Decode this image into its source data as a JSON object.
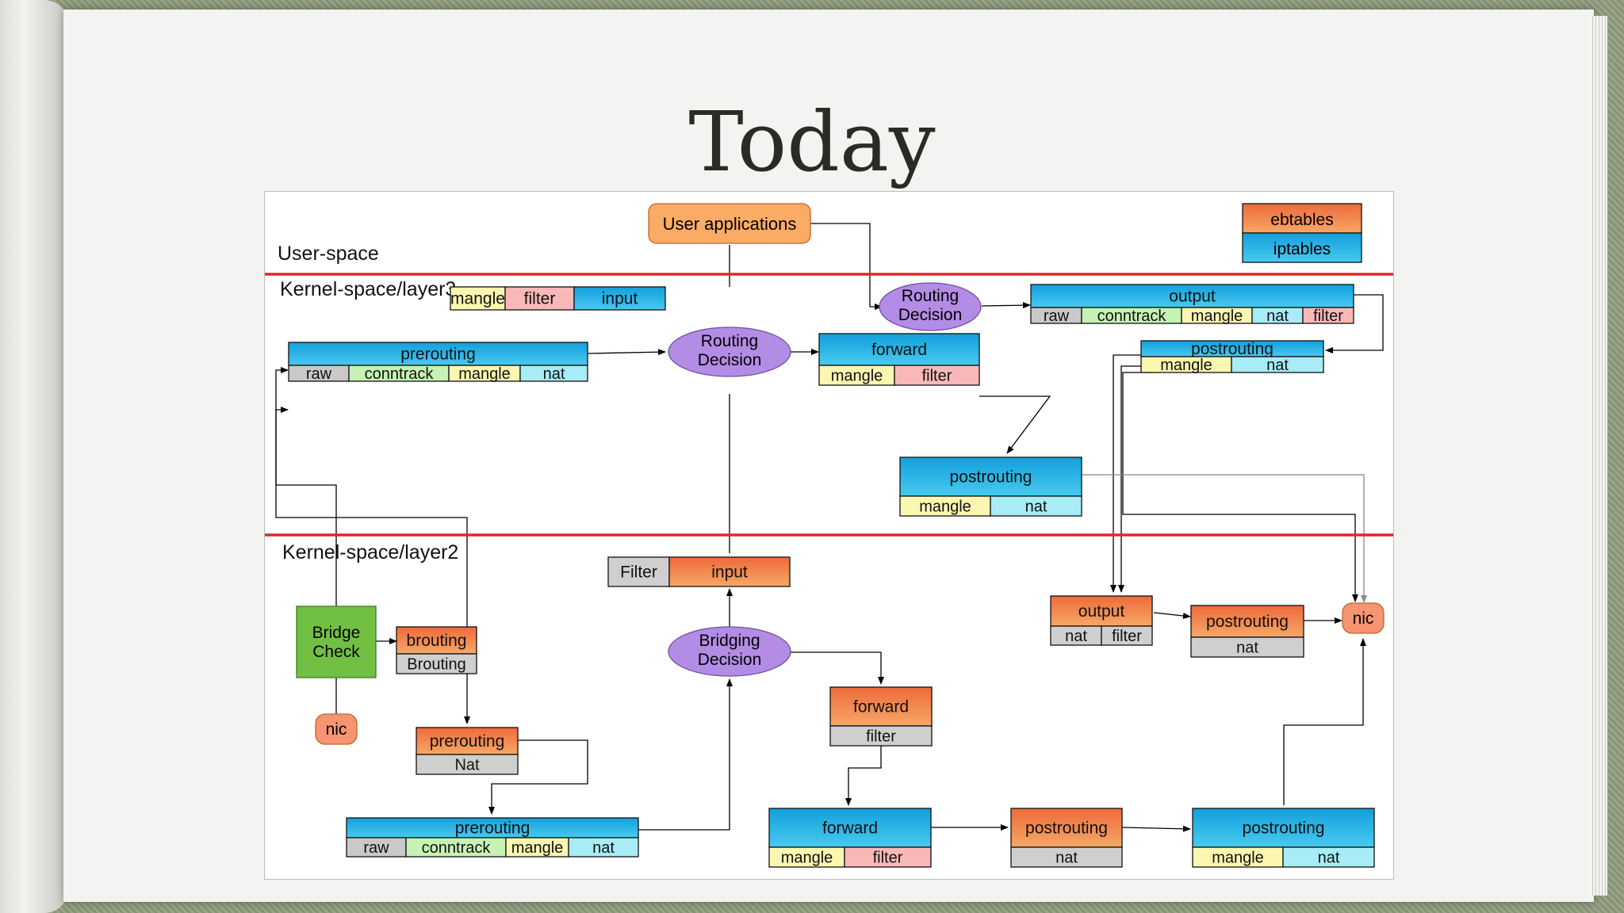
{
  "slide": {
    "title": "Today"
  },
  "legend": {
    "ebtables": "ebtables",
    "iptables": "iptables"
  },
  "colors": {
    "ebtables_top": "#f2713e",
    "ebtables_bottom": "#f5a362",
    "iptables_top": "#19a7df",
    "iptables_bottom": "#45c8ef",
    "separator": "#e1262b",
    "routing_ellipse": "#b38ce6",
    "bridge_check": "#71c043"
  },
  "regions": {
    "user_space": "User-space",
    "kernel_layer3": "Kernel-space/layer3",
    "kernel_layer2": "Kernel-space/layer2"
  },
  "nodes": {
    "user_apps": "User applications",
    "routing_decision": "Routing Decision",
    "bridging_decision": "Bridging Decision",
    "bridge_check": "Bridge Check",
    "nic": "nic",
    "l3_input": {
      "title": "input",
      "cells": [
        "mangle",
        "filter"
      ]
    },
    "l3_output": {
      "title": "output",
      "cells": [
        "raw",
        "conntrack",
        "mangle",
        "nat",
        "filter"
      ]
    },
    "l3_post_top": {
      "title": "postrouting",
      "cells": [
        "mangle",
        "nat"
      ]
    },
    "l3_prerouting": {
      "title": "prerouting",
      "cells": [
        "raw",
        "conntrack",
        "mangle",
        "nat"
      ]
    },
    "l3_forward": {
      "title": "forward",
      "cells": [
        "mangle",
        "filter"
      ]
    },
    "l3_post_mid": {
      "title": "postrouting",
      "cells": [
        "mangle",
        "nat"
      ]
    },
    "l2_input": {
      "title": "input",
      "cells": [
        "Filter"
      ]
    },
    "l2_brouting": {
      "title": "brouting",
      "cells": [
        "Brouting"
      ]
    },
    "l2_prerouting": {
      "title": "prerouting",
      "cells": [
        "Nat"
      ]
    },
    "l2_ipt_prerouting": {
      "title": "prerouting",
      "cells": [
        "raw",
        "conntrack",
        "mangle",
        "nat"
      ]
    },
    "l2_forward_eb": {
      "title": "forward",
      "cells": [
        "filter"
      ]
    },
    "l2_forward_ipt": {
      "title": "forward",
      "cells": [
        "mangle",
        "filter"
      ]
    },
    "l2_post_eb": {
      "title": "postrouting",
      "cells": [
        "nat"
      ]
    },
    "l2_post_ipt": {
      "title": "postrouting",
      "cells": [
        "mangle",
        "nat"
      ]
    },
    "l2_output_eb": {
      "title": "output",
      "cells": [
        "nat",
        "filter"
      ]
    },
    "l2_post_eb_right": {
      "title": "postrouting",
      "cells": [
        "nat"
      ]
    }
  }
}
